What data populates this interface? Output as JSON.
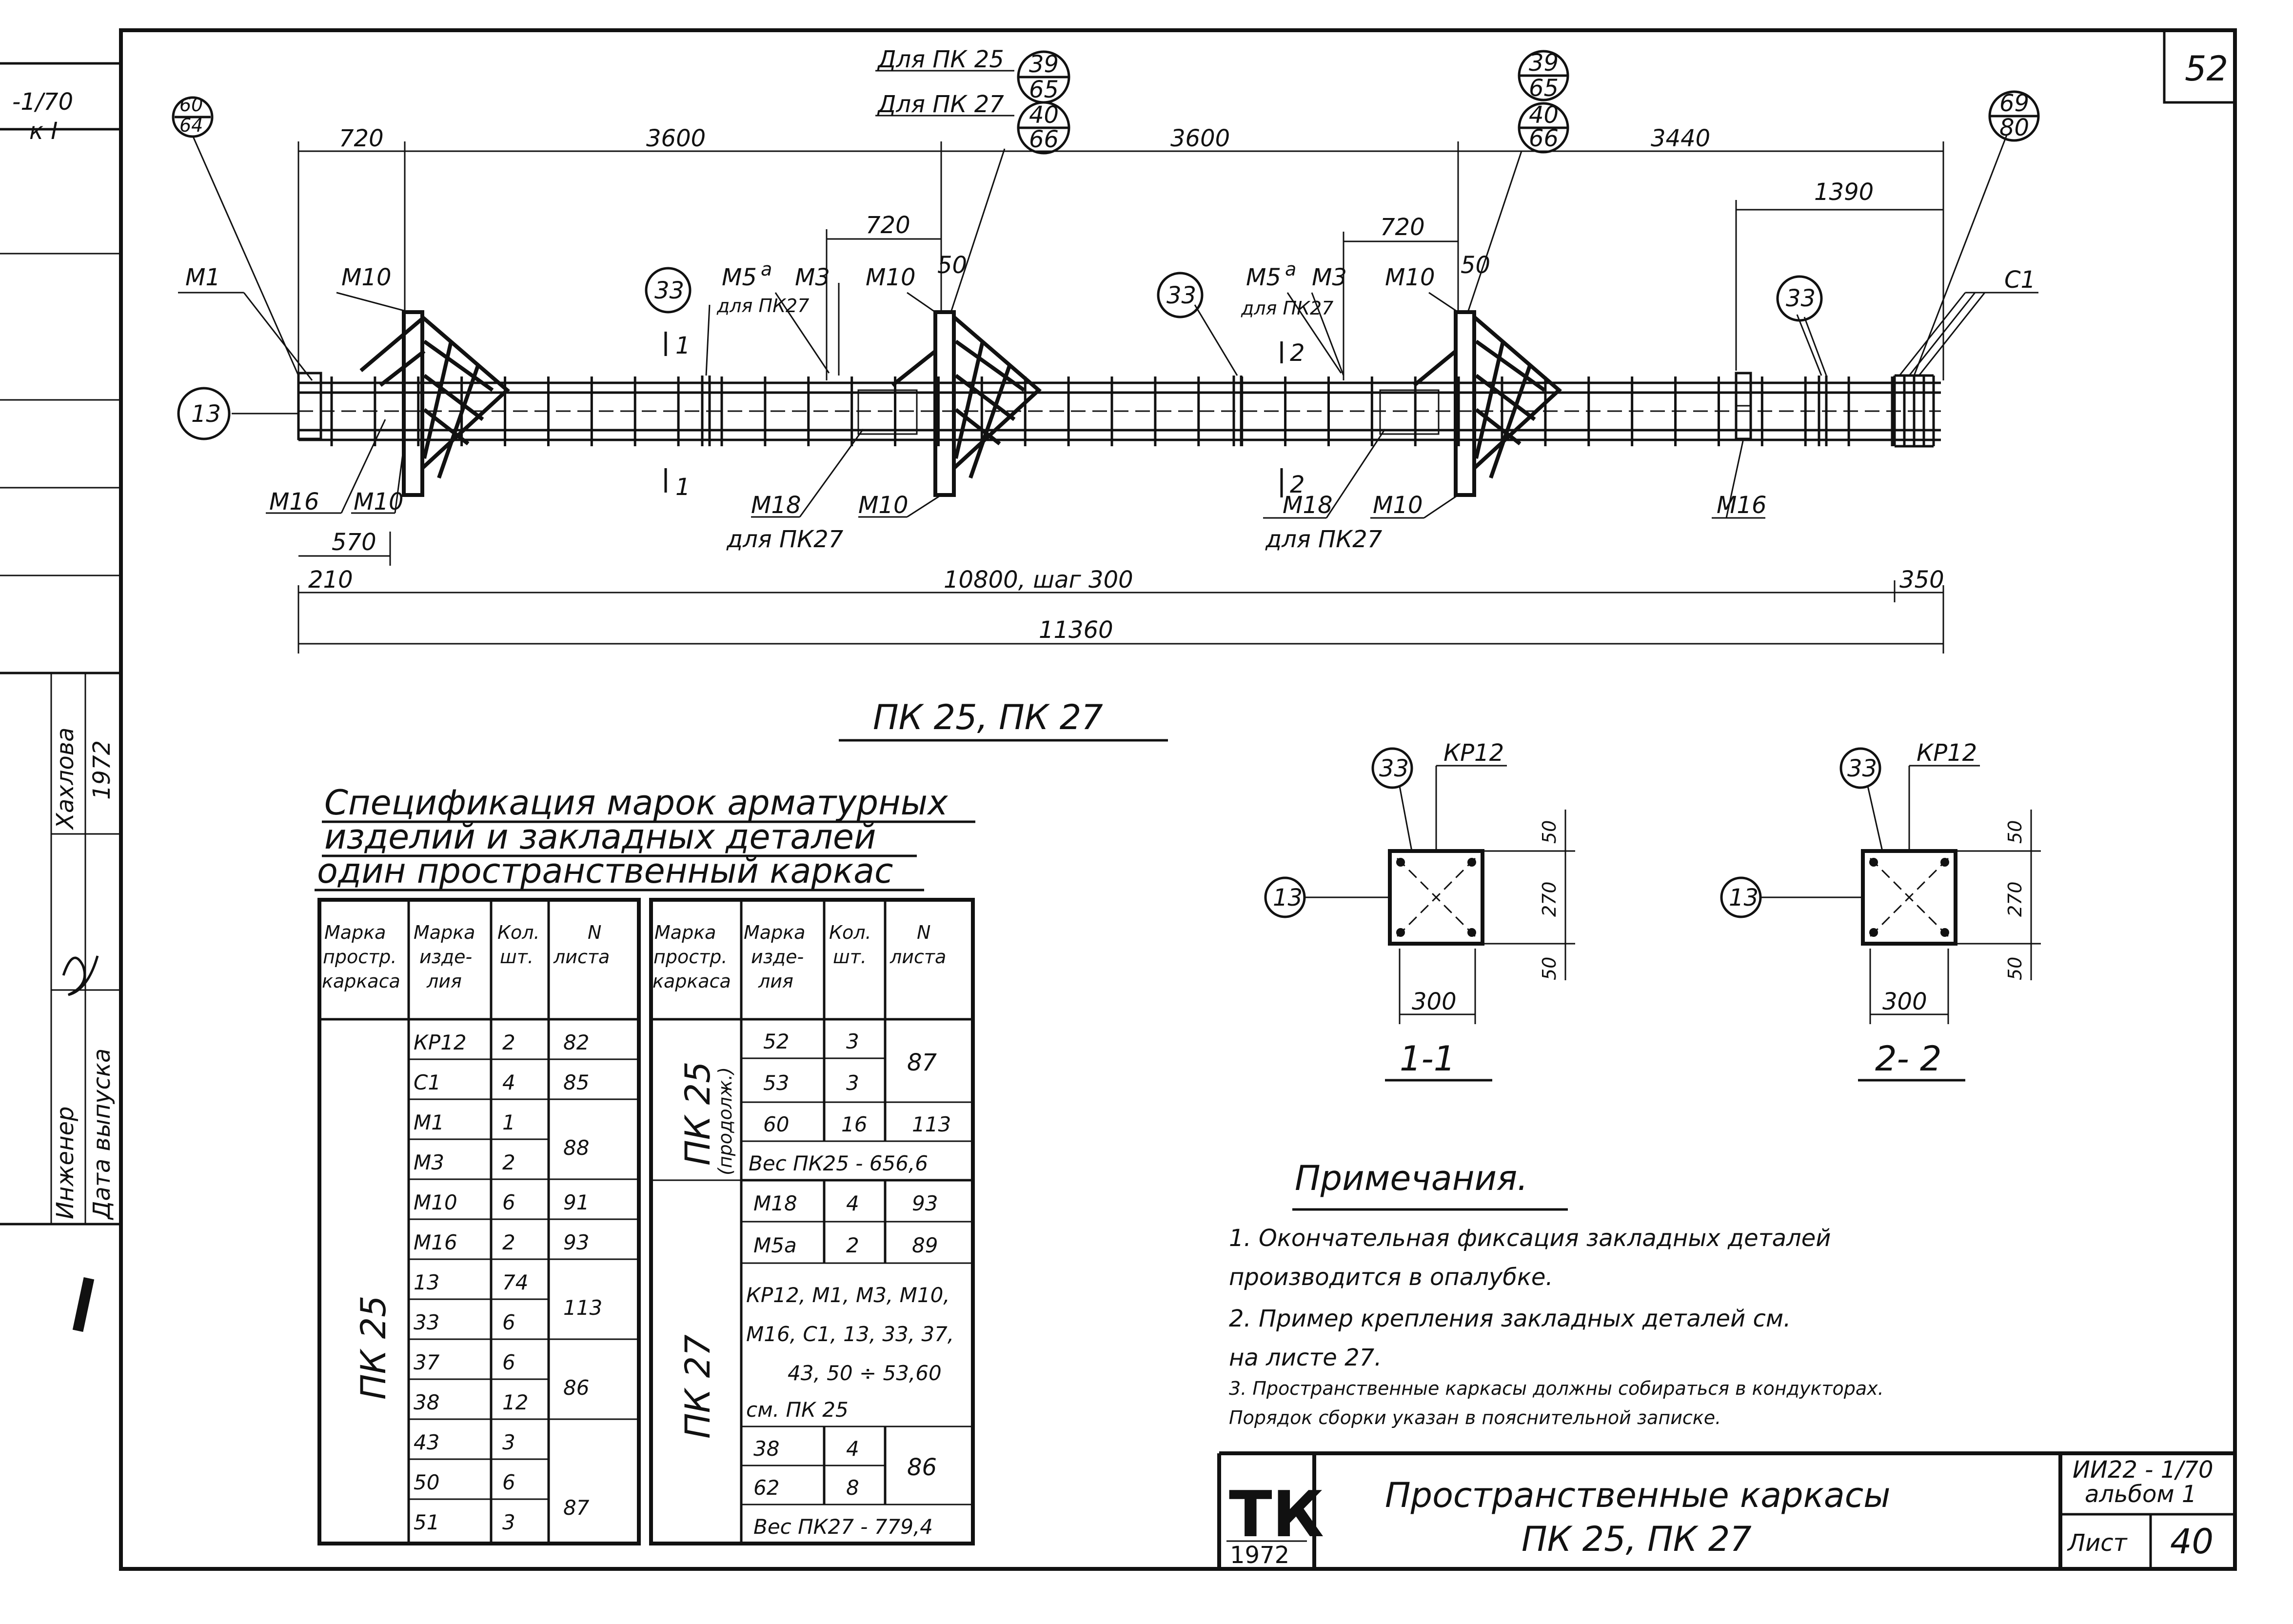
{
  "sheet_number": "52",
  "margin_stamp": {
    "line1": "-1/70",
    "line2": "к I",
    "line3": ""
  },
  "drawing": {
    "callouts": {
      "c6064": [
        "60",
        "64"
      ],
      "c3965a": [
        "39",
        "65"
      ],
      "c4066a": [
        "40",
        "66"
      ],
      "c3965b": [
        "39",
        "65"
      ],
      "c4066b": [
        "40",
        "66"
      ],
      "c6980": [
        "69",
        "80"
      ],
      "c33": "33",
      "c13": "13"
    },
    "labels": {
      "for_pk25": "Для ПК 25",
      "for_pk27": "Для ПК 27",
      "m1": "М1",
      "m10": "М10",
      "m3": "М3",
      "m5a": "М5",
      "m5a_sup": "а",
      "for_pk27_short": "для ПК27",
      "m16": "М16",
      "m18": "М18",
      "c1": "С1",
      "sec1": "1",
      "sec2": "2",
      "m10_lower": "М10",
      "for_pk27_lower": "для ПК27"
    },
    "dims": {
      "d720": "720",
      "d3600a": "3600",
      "d3600b": "3600",
      "d3440": "3440",
      "d1390": "1390",
      "d720b": "720",
      "d720c": "720",
      "d50a": "50",
      "d50b": "50",
      "d570": "570",
      "d210": "210",
      "d10800": "10800,   шаг 300",
      "d350": "350",
      "d11360": "11360"
    },
    "title": "ПК 25,  ПК 27"
  },
  "sections": {
    "s1": {
      "bar": "КР12",
      "pos_a": "33",
      "pos_b": "13",
      "dim_w": "300",
      "dim_h": "270",
      "dim_t": "50",
      "dim_b": "50",
      "title": "1-1"
    },
    "s2": {
      "bar": "КР12",
      "pos_a": "33",
      "pos_b": "13",
      "dim_w": "300",
      "dim_h": "270",
      "dim_t": "50",
      "dim_b": "50",
      "title": "2- 2"
    }
  },
  "spec": {
    "title_lines": [
      "Спецификация  марок арматурных",
      "изделий  и закладных деталей",
      "один   пространственный   каркас"
    ],
    "headers": {
      "col1": [
        "Марка",
        "простр.",
        "каркаса"
      ],
      "col2": [
        "Марка",
        "изде-",
        "лия"
      ],
      "col3": [
        "Кол.",
        "шт."
      ],
      "col4": [
        "N",
        "листа"
      ]
    },
    "left": {
      "group": "ПК 25",
      "rows": [
        [
          "КР12",
          "2",
          "82"
        ],
        [
          "С1",
          "4",
          "85"
        ],
        [
          "М1",
          "1",
          ""
        ],
        [
          "М3",
          "2",
          "88"
        ],
        [
          "М10",
          "6",
          "91"
        ],
        [
          "М16",
          "2",
          "93"
        ],
        [
          "13",
          "74",
          ""
        ],
        [
          "33",
          "6",
          "113"
        ],
        [
          "37",
          "6",
          ""
        ],
        [
          "38",
          "12",
          "86"
        ],
        [
          "43",
          "3",
          ""
        ],
        [
          "50",
          "6",
          ""
        ],
        [
          "51",
          "3",
          "87"
        ]
      ]
    },
    "right": {
      "group1": "ПК 25",
      "group1_sub": "(продолж.)",
      "rows1": [
        [
          "52",
          "3",
          "87"
        ],
        [
          "53",
          "3",
          ""
        ],
        [
          "60",
          "16",
          "113"
        ]
      ],
      "weight1": "Вес  ПК25 - 656,6",
      "group2": "ПК 27",
      "rows2": [
        [
          "М18",
          "4",
          "93"
        ],
        [
          "М5а",
          "2",
          "89"
        ]
      ],
      "list_text": [
        "КР12, М1, М3, М10,",
        "М16, С1, 13, 33, 37,",
        "43, 50 ÷ 53,60",
        "см.  ПК 25"
      ],
      "rows3": [
        [
          "38",
          "4",
          "86"
        ],
        [
          "62",
          "8",
          ""
        ]
      ],
      "weight2": "Вес ПК27 - 779,4"
    }
  },
  "notes": {
    "title": "Примечания.",
    "items": [
      [
        "1.  Окончательная  фиксация  закладных  деталей",
        "     производится   в   опалубке."
      ],
      [
        "2.  Пример   крепления   закладных  деталей  см.",
        "     на     листе  27."
      ],
      [
        "3.  Пространственные каркасы должны собираться в кондукторах.",
        "     Порядок сборки указан в пояснительной записке."
      ]
    ]
  },
  "titleblock": {
    "logo": "ТК",
    "year": "1972",
    "name_line1": "Пространственные   каркасы",
    "name_line2": "ПК 25,   ПК 27",
    "code_line1": "ИИ22 - 1/70",
    "code_line2": "альбом 1",
    "sheet_label": "Лист",
    "sheet_value": "40"
  },
  "left_margin": {
    "engineer": "Инженер",
    "date_label": "Дата  выпуска",
    "name": "Хахлова",
    "year": "1972"
  }
}
